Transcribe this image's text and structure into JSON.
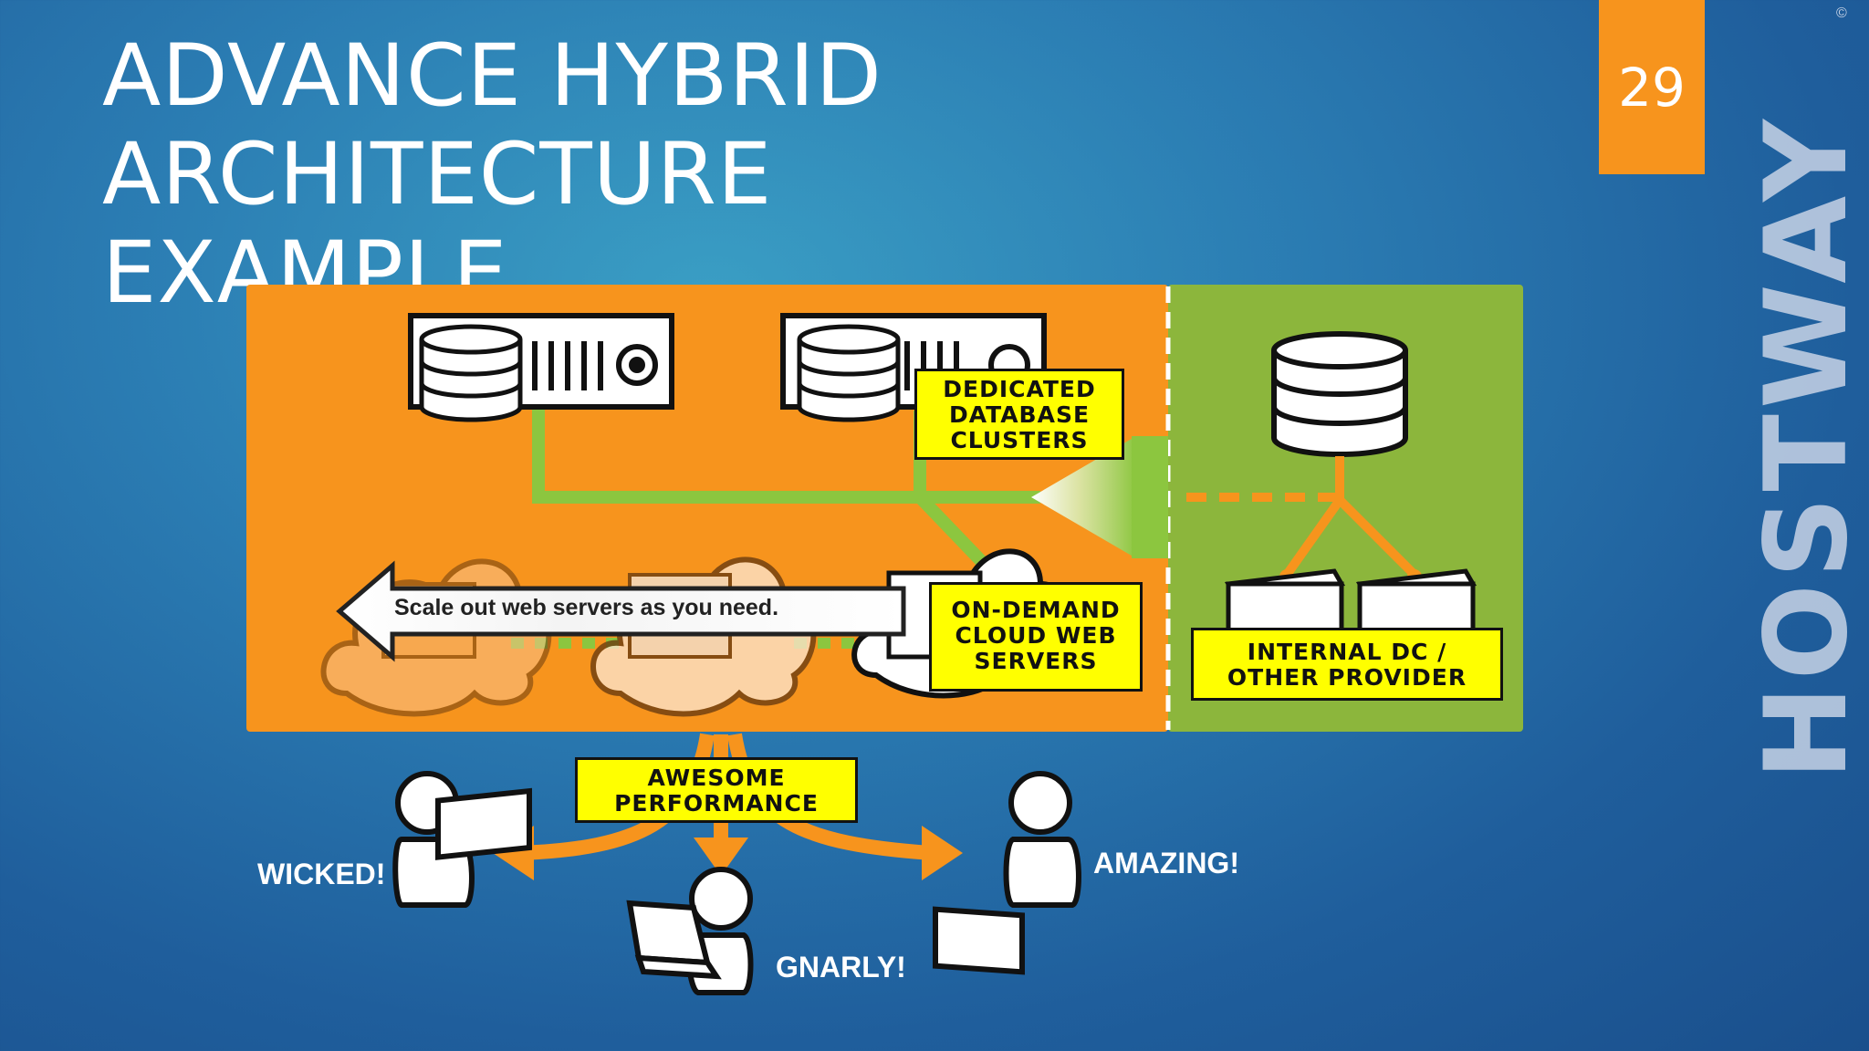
{
  "title": {
    "line1": "ADVANCE HYBRID ARCHITECTURE",
    "line2": "EXAMPLE"
  },
  "page_number": "29",
  "logo": {
    "text": "HOSTWAY",
    "copyright": "©"
  },
  "labels": {
    "db_clusters": [
      "DEDICATED",
      "DATABASE",
      "CLUSTERS"
    ],
    "cloud_web": [
      "ON-DEMAND",
      "CLOUD WEB",
      "SERVERS"
    ],
    "internal_dc": [
      "INTERNAL DC /",
      "OTHER PROVIDER"
    ],
    "performance": [
      "AWESOME",
      "PERFORMANCE"
    ]
  },
  "scale_out": "Scale out web servers as you need.",
  "reactions": {
    "left": "WICKED!",
    "right": "AMAZING!",
    "bottom": "GNARLY!"
  },
  "colors": {
    "orange": "#f7941d",
    "green": "#8cb63c",
    "yellow": "#ffff00",
    "accent_line": "#8cc63f"
  }
}
